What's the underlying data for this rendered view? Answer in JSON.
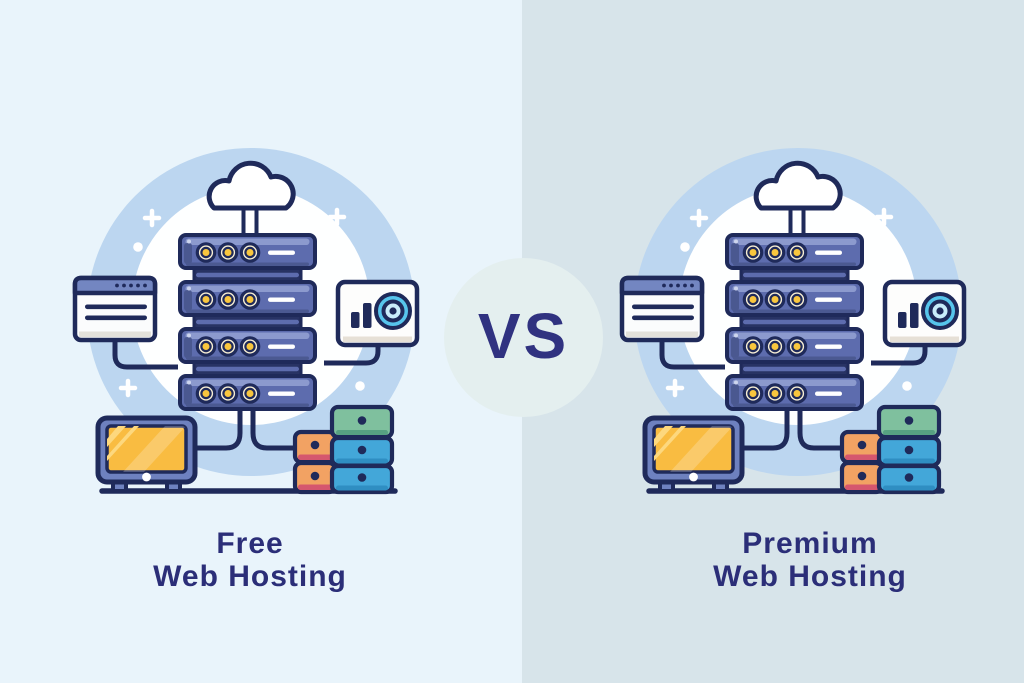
{
  "comparison": {
    "vs_label": "VS",
    "left": {
      "title_line1": "Free",
      "title_line2": "Web Hosting"
    },
    "right": {
      "title_line1": "Premium",
      "title_line2": "Web Hosting"
    }
  },
  "colors": {
    "left_background": "#e9f4fb",
    "right_background": "#d7e4ea",
    "vs_circle": "#e4efef",
    "vs_text": "#303280",
    "title_text": "#2b2e78",
    "outline_navy": "#1f2a5a",
    "halo_blue": "#bcd6f0",
    "inner_circle": "#feffff",
    "server_body": "#5d6cae",
    "server_highlight": "#8c9ace",
    "server_shadow": "#4a5890",
    "led_yellow": "#f9c63e",
    "led_ring_cream": "#f6edd3",
    "browser_titlebar": "#7386c1",
    "monitor_frame": "#6e81bf",
    "screen_yellow": "#f9bc41",
    "disc_blue": "#57c5ec",
    "drive_green": "#7fc09e",
    "drive_blue": "#43a7d9",
    "drive_orange": "#f2a263",
    "drive_red_edge": "#d5566e"
  },
  "illustration": {
    "components": [
      "cloud-icon",
      "server-rack",
      "browser-window-icon",
      "analytics-panel-icon",
      "desktop-monitor-icon",
      "storage-drives-icon",
      "sparkle-decorations"
    ]
  }
}
